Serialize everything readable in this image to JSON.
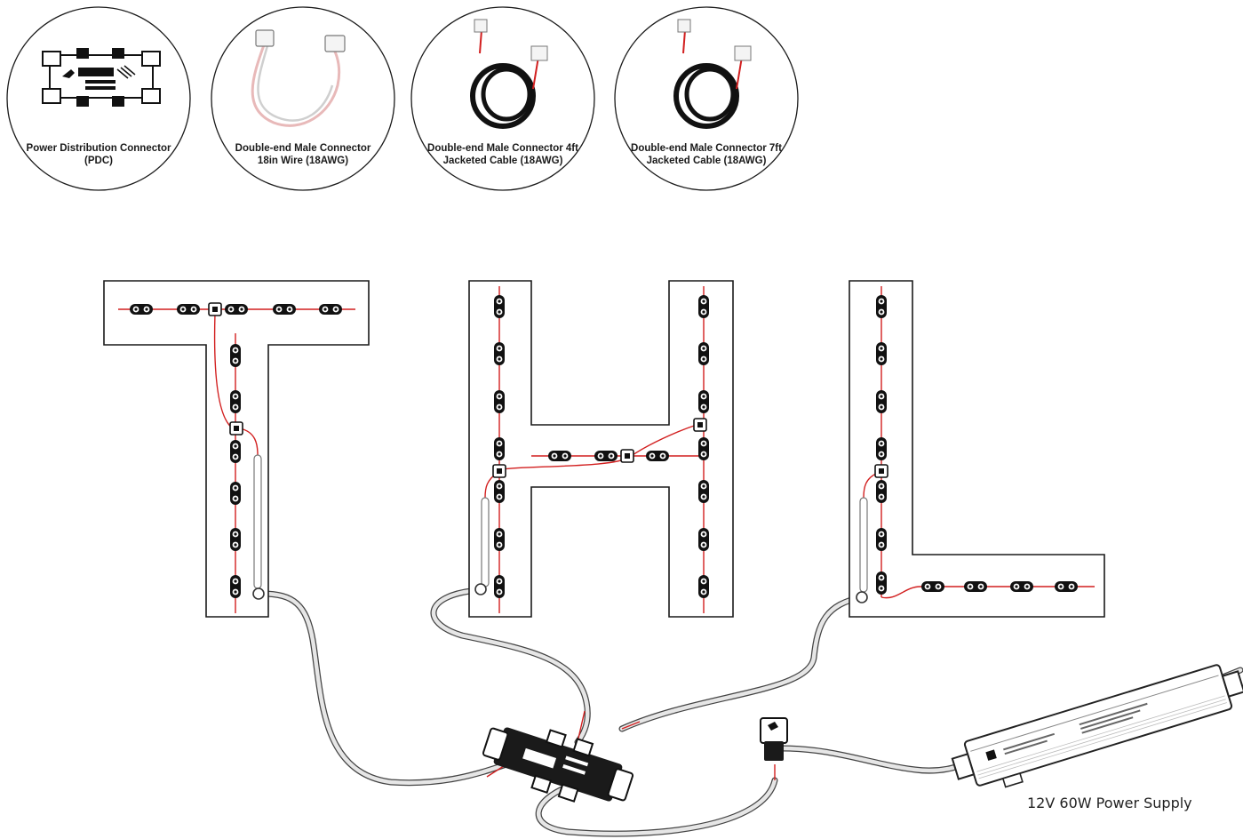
{
  "components": [
    {
      "id": "pdc",
      "line1": "Power Distribution Connector",
      "line2": "(PDC)",
      "icon": "pdc-icon"
    },
    {
      "id": "male-18in",
      "line1": "Double-end Male Connector",
      "line2": "18in Wire (18AWG)",
      "icon": "short-wire-icon"
    },
    {
      "id": "male-4ft",
      "line1": "Double-end Male Connector 4ft",
      "line2": "Jacketed Cable (18AWG)",
      "icon": "coiled-cable-icon"
    },
    {
      "id": "male-7ft",
      "line1": "Double-end Male Connector 7ft",
      "line2": "Jacketed Cable (18AWG)",
      "icon": "coiled-cable-icon"
    }
  ],
  "letters": [
    "T",
    "H",
    "L"
  ],
  "power_supply": {
    "label": "12V 60W Power Supply"
  },
  "colors": {
    "outline": "#1a1a1a",
    "wire_red": "#d21f1f",
    "cable": "#c9c9c9",
    "module": "#111111"
  }
}
